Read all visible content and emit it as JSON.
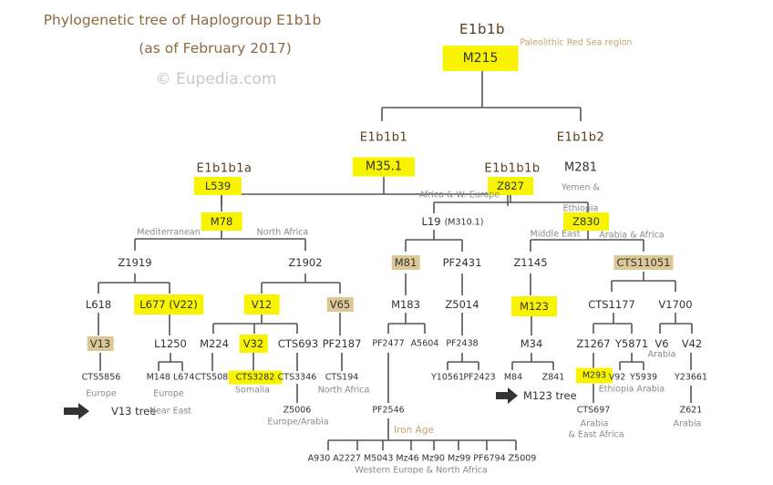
{
  "header": {
    "title": "Phylogenetic tree of Haplogroup E1b1b",
    "subtitle": "(as of February 2017)",
    "copyright": "© Eupedia.com"
  },
  "clades": {
    "root": "E1b1b",
    "b1": "E1b1b1",
    "b2": "E1b1b2",
    "b1a": "E1b1b1a",
    "b1b": "E1b1b1b"
  },
  "nodes": {
    "M215": "M215",
    "M35_1": "M35.1",
    "M281": "M281",
    "L539": "L539",
    "M78": "M78",
    "Z827": "Z827",
    "Z1919": "Z1919",
    "Z1902": "Z1902",
    "L618": "L618",
    "L677": "L677 (V22)",
    "V12": "V12",
    "V65": "V65",
    "V13": "V13",
    "L1250": "L1250",
    "M224": "M224",
    "V32": "V32",
    "CTS693": "CTS693",
    "PF2187": "PF2187",
    "CTS5856": "CTS5856",
    "M148_L674": "M148 L674",
    "CTS508": "CTS508",
    "CTS3282": "CTS3282",
    "CTS3346": "CTS3346",
    "CTS194": "CTS194",
    "Z5006": "Z5006",
    "L19": "L19",
    "M310_1": "(M310.1)",
    "Z830": "Z830",
    "M81": "M81",
    "PF2431": "PF2431",
    "Z1145": "Z1145",
    "CTS11051": "CTS11051",
    "M183": "M183",
    "Z5014": "Z5014",
    "M123": "M123",
    "CTS1177": "CTS1177",
    "V1700": "V1700",
    "PF2477": "PF2477",
    "A5604": "A5604",
    "PF2438": "PF2438",
    "M34": "M34",
    "Z1267": "Z1267",
    "Y5871": "Y5871",
    "V6": "V6",
    "V42": "V42",
    "Y10561": "Y10561",
    "PF2423": "PF2423",
    "M84": "M84",
    "Z841": "Z841",
    "M293": "M293",
    "V92": "V92",
    "Y5939": "Y5939",
    "Y23661": "Y23661",
    "PF2546": "PF2546",
    "CTS697": "CTS697",
    "Z621": "Z621",
    "leaves": "A930 A2227 M5043 Mz46 Mz90 Mz99 PF6794 Z5009"
  },
  "regions": {
    "paleolithic": "Paleolithic Red Sea region",
    "yemen": "Yemen &",
    "ethiopia": "Ethiopia",
    "mediterranean": "Mediterranean",
    "north_africa": "North Africa",
    "africa_weurope": "Africa & W. Europe",
    "middle_east": "Middle East",
    "arabia_africa": "Arabia & Africa",
    "v13_europe": "Europe",
    "l1250_europe": "Europe",
    "near_east": "Near East",
    "somalia": "Somalia",
    "europe_arabia": "Europe/Arabia",
    "cts194_na": "North Africa",
    "v6_arabia": "Arabia",
    "ethiopia_arabia": "Ethiopia Arabia",
    "cts697_arabia": "Arabia",
    "east_africa": "& East Africa",
    "z621_arabia": "Arabia",
    "iron_age": "Iron Age",
    "we_na": "Western Europe & North Africa"
  },
  "links": {
    "v13_tree": "V13 tree",
    "m123_tree": "M123 tree"
  },
  "colors": {
    "highlight": "#f8f400",
    "tan": "#dcc896",
    "clade": "#5a3d20"
  }
}
